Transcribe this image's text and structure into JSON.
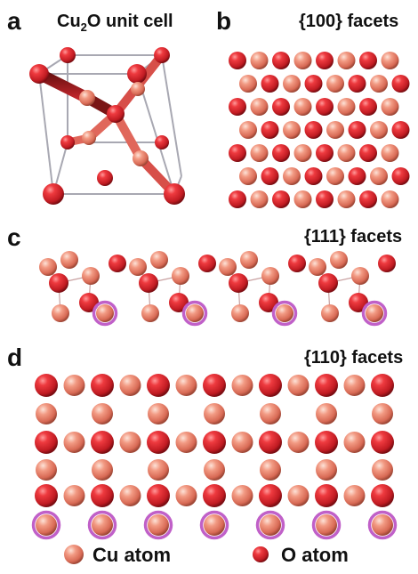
{
  "panels": {
    "a": {
      "label": "a",
      "title_prefix": "Cu",
      "title_sub": "2",
      "title_suffix": "O unit cell"
    },
    "b": {
      "label": "b",
      "title": "{100} facets"
    },
    "c": {
      "label": "c",
      "title": "{111} facets"
    },
    "d": {
      "label": "d",
      "title": "{110} facets"
    }
  },
  "legend": {
    "cu_label": "Cu atom",
    "o_label": "O atom"
  },
  "colors": {
    "cu_atom": "#e7806b",
    "o_atom": "#d8262e",
    "highlight_ring": "#c060c8",
    "bond": "#d8c0c0",
    "cell_edge": "#a9a9b0"
  }
}
